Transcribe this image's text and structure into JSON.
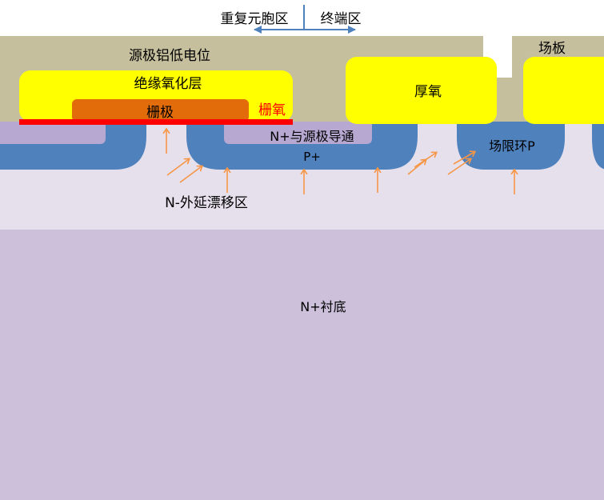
{
  "header": {
    "left_label": "重复元胞区",
    "right_label": "终端区"
  },
  "labels": {
    "source_metal": "源极铝低电位",
    "field_plate": "场板",
    "insulating_oxide": "绝缘氧化层",
    "gate": "栅极",
    "gate_oxide": "栅氧",
    "thick_oxide": "厚氧",
    "n_plus_source": "N+与源极导通",
    "p_plus": "P+",
    "field_ring": "场限环P",
    "epi": "N-外延漂移区",
    "substrate": "N+衬底"
  },
  "colors": {
    "metal": "#c6bf9e",
    "oxide": "#ffff00",
    "gate": "#e36c0a",
    "gate_oxide": "#ff0000",
    "p_region": "#4f81bd",
    "n_plus": "#b7a8d2",
    "epi": "#e6e0ec",
    "substrate": "#ccc0da",
    "arrow": "#f79646",
    "divider_arrow": "#4f81bd"
  }
}
